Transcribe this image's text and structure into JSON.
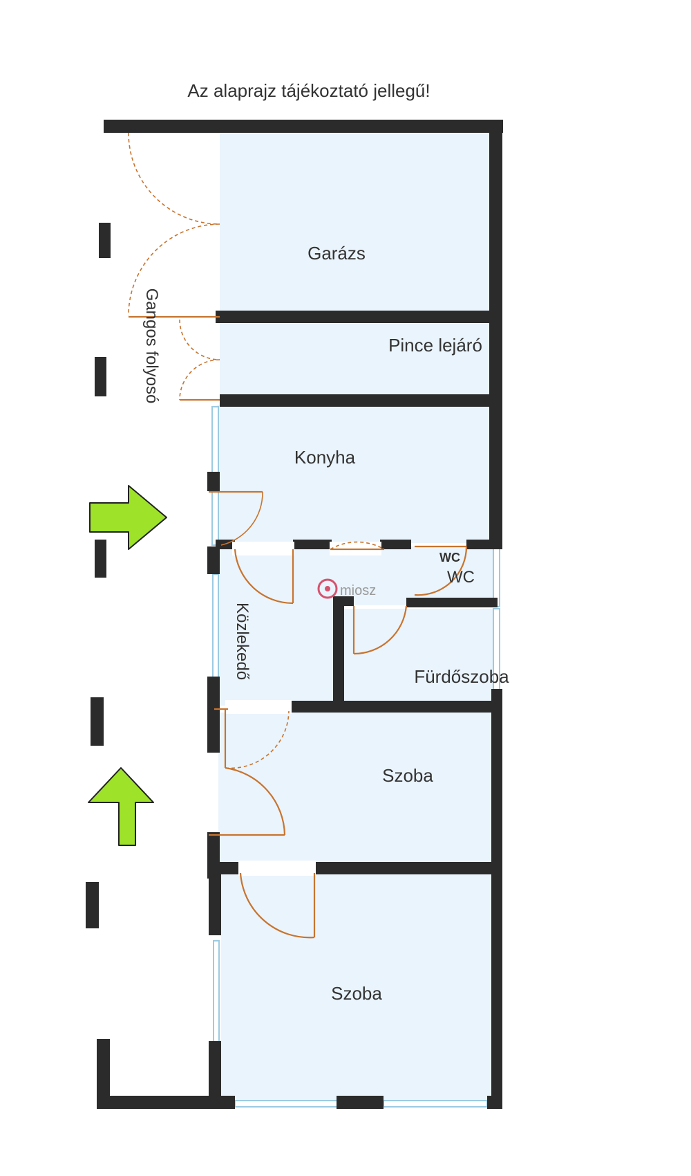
{
  "title": "Az alaprajz tájékoztató jellegű!",
  "rooms": {
    "garage": "Garázs",
    "cellar_stairs": "Pince lejáró",
    "kitchen": "Konyha",
    "wc_small": "WC",
    "wc": "WC",
    "bathroom": "Fürdőszoba",
    "room1": "Szoba",
    "room2": "Szoba",
    "hallway": "Közlekedő",
    "corridor": "Gangos folyosó"
  },
  "watermark": "miosz",
  "colors": {
    "wall": "#2b2b2b",
    "room_fill": "#eaf4fc",
    "door": "#c8742e",
    "window": "#9ccbe2",
    "arrow_fill": "#9ee22a",
    "arrow_stroke": "#222222",
    "watermark": "#d5536e"
  },
  "icons": [
    "entrance-arrow-right-icon",
    "entrance-arrow-up-icon",
    "watermark-logo-icon"
  ]
}
